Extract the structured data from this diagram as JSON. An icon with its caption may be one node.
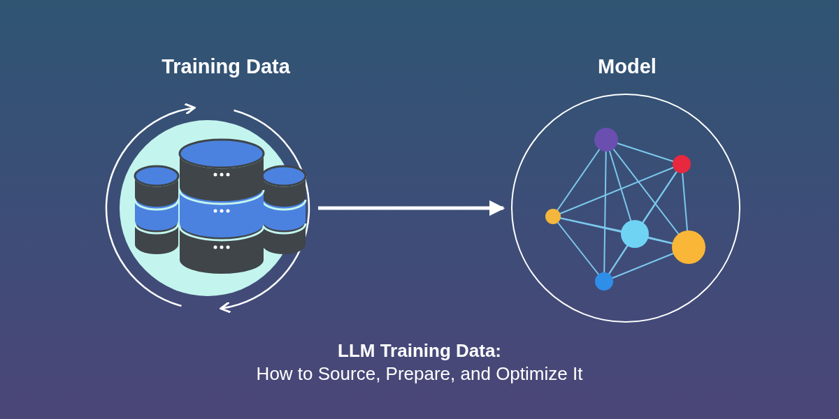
{
  "diagram": {
    "title": "LLM Training Data:",
    "caption": "How to Source, Prepare, and Optimize It",
    "nodes": [
      {
        "text": [
          "Training Data"
        ]
      },
      {
        "text": [
          "Model"
        ]
      }
    ],
    "edges": [
      {
        "from": 0,
        "to": 1,
        "arrow": "to",
        "style": "thick"
      },
      {
        "from": 0,
        "to": 0,
        "arrow": "to"
      },
      {
        "from": 0,
        "to": 0,
        "arrow": "to"
      }
    ]
  }
}
